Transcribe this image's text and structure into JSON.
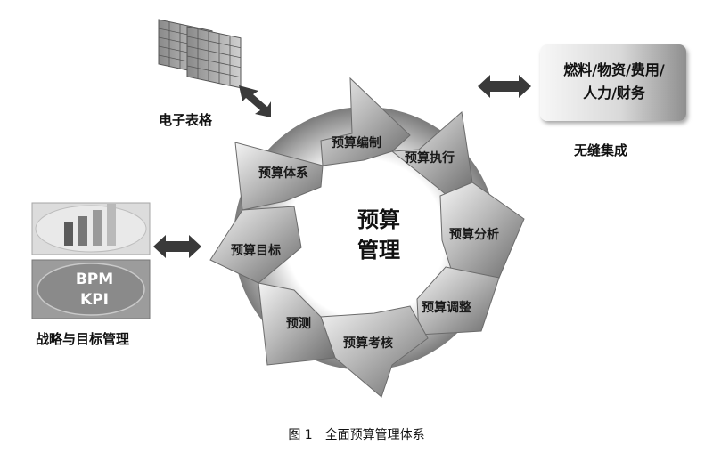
{
  "center_label_line1": "预算",
  "center_label_line2": "管理",
  "cycle_segments": [
    "预算编制",
    "预算执行",
    "预算分析",
    "预算调整",
    "预算考核",
    "预测",
    "预算目标",
    "预算体系"
  ],
  "spreadsheet": {
    "label": "电子表格",
    "icon": "spreadsheet-icon"
  },
  "integration": {
    "line1": "燃料/物资/费用/",
    "line2": "人力/财务",
    "label": "无缝集成"
  },
  "strategy": {
    "kpi_line1": "BPM",
    "kpi_line2": "KPI",
    "label": "战略与目标管理",
    "icon": "bar-chart-icon"
  },
  "caption": "图 1　全面预算管理体系"
}
